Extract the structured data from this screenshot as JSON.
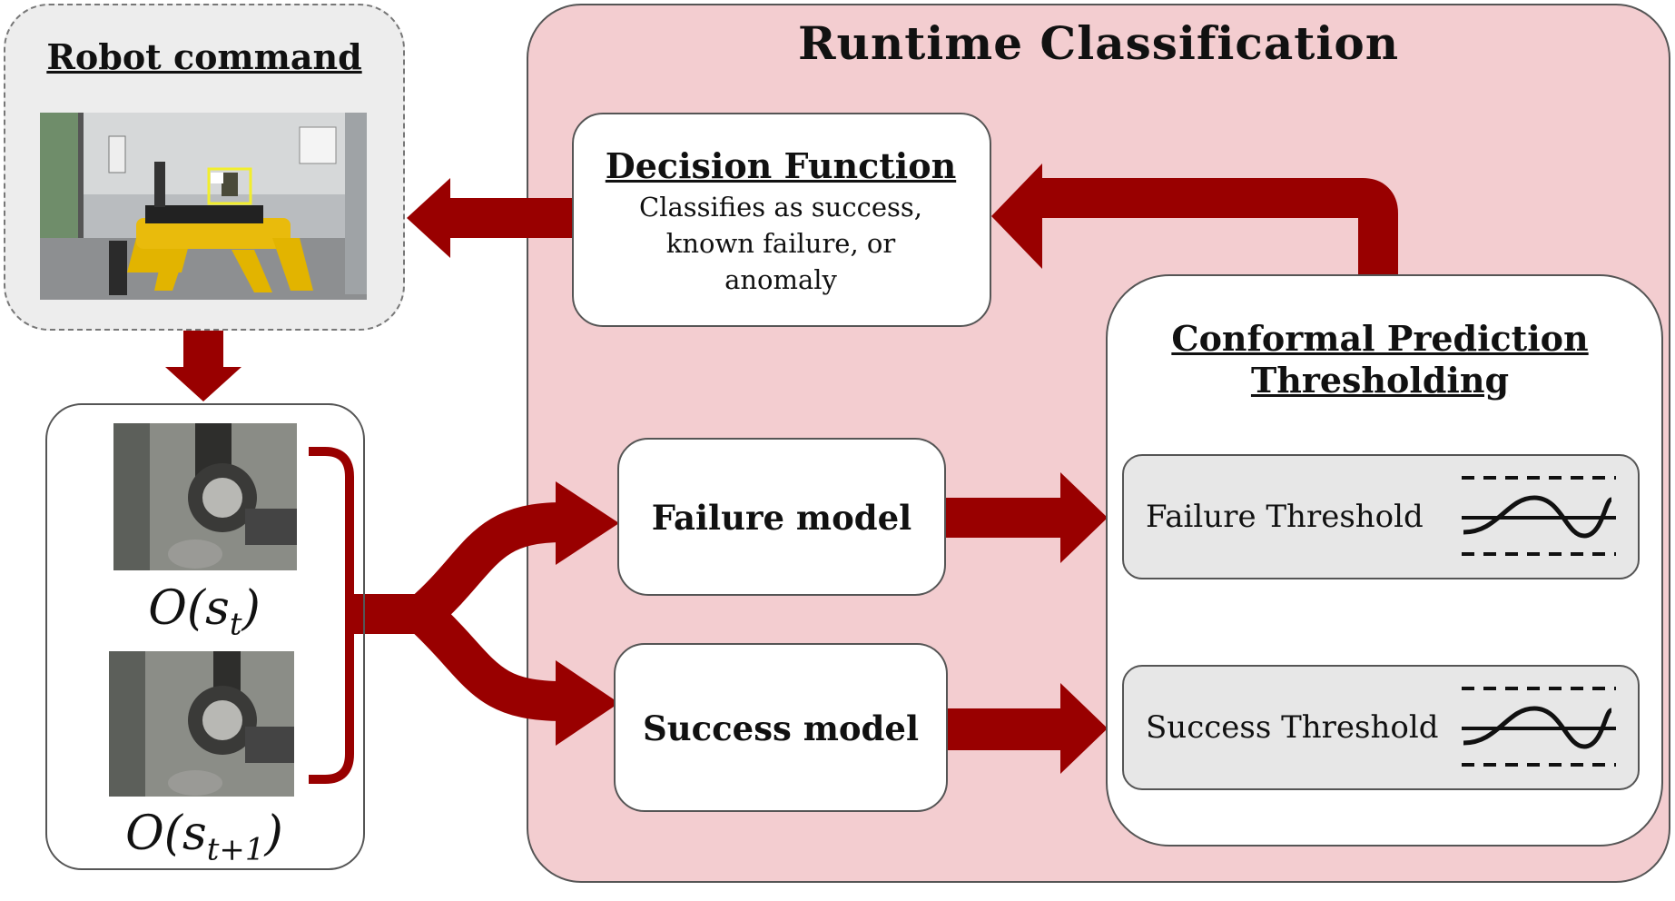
{
  "runtime": {
    "title": "Runtime Classification"
  },
  "robot": {
    "title": "Robot command"
  },
  "decision": {
    "title": "Decision Function",
    "description_lines": [
      "Classifies as success,",
      "known failure, or",
      "anomaly"
    ]
  },
  "models": {
    "failure_label": "Failure model",
    "success_label": "Success model"
  },
  "conformal": {
    "title_lines": [
      "Conformal Prediction",
      "Thresholding"
    ],
    "failure_threshold": "Failure Threshold",
    "success_threshold": "Success Threshold"
  },
  "observations": {
    "first": {
      "base": "O(s",
      "sub": "t",
      "close": ")"
    },
    "second": {
      "base": "O(s",
      "sub": "t+1",
      "close": ")"
    }
  },
  "colors": {
    "arrow": "#990000",
    "panel": "#f3cdd0",
    "threshold_box": "#e7e7e7"
  }
}
